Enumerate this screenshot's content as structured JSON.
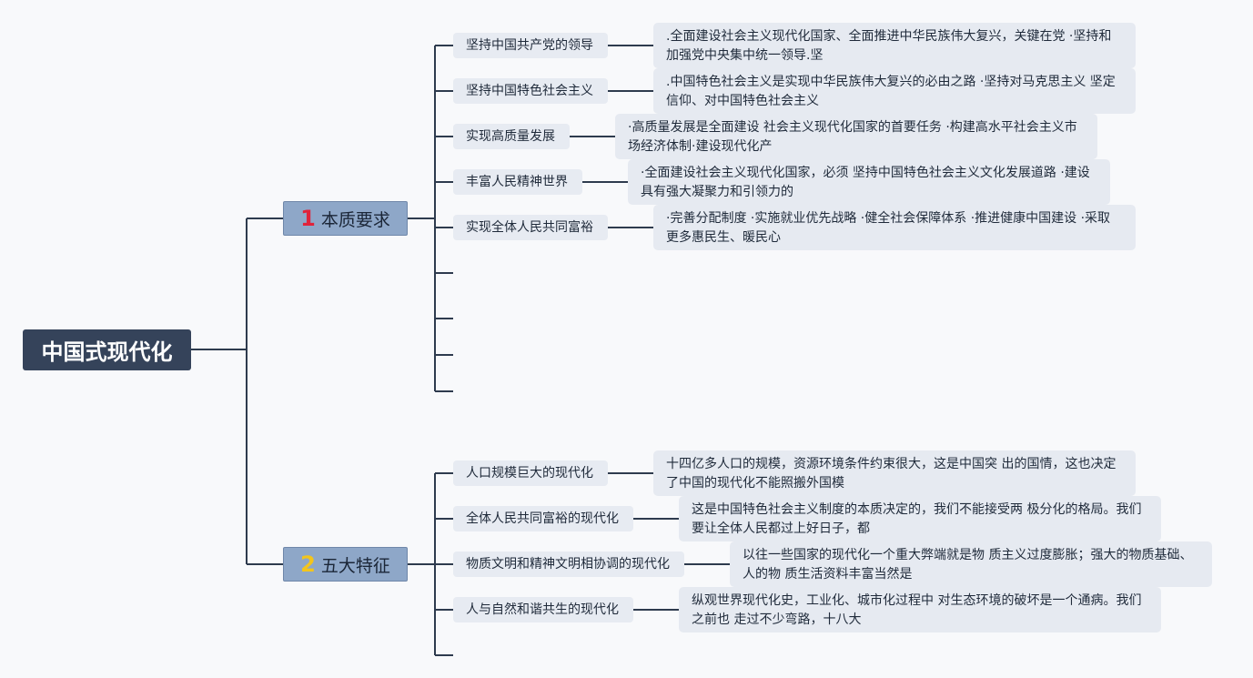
{
  "root": {
    "title": "中国式现代化"
  },
  "branches": [
    {
      "number": "1",
      "label": "本质要求",
      "number_color": "#e0233b"
    },
    {
      "number": "2",
      "label": "五大特征",
      "number_color": "#f3c51c"
    }
  ],
  "essence": [
    {
      "topic": "坚持中国共产党的领导",
      "detail": ".全面建设社会主义现代化国家、全面推进中华民族伟大复兴，关键在党 ·坚持和加强党中央集中统一领导.坚"
    },
    {
      "topic": "坚持中国特色社会主义",
      "detail": ".中国特色社会主义是实现中华民族伟大复兴的必由之路 ·坚持对马克思主义 坚定信仰、对中国特色社会主义"
    },
    {
      "topic": "实现高质量发展",
      "detail": "·高质量发展是全面建设 社会主义现代化国家的首要任务 ·构建高水平社会主义市场经济体制·建设现代化产"
    },
    {
      "topic": "丰富人民精神世界",
      "detail": "·全面建设社会主义现代化国家，必须 坚持中国特色社会主义文化发展道路 ·建设具有强大凝聚力和引领力的"
    },
    {
      "topic": "实现全体人民共同富裕",
      "detail": "·完善分配制度 ·实施就业优先战略 ·健全社会保障体系 ·推进健康中国建设 ·采取更多惠民生、暖民心"
    }
  ],
  "features": [
    {
      "topic": "人口规模巨大的现代化",
      "detail": "十四亿多人口的规模，资源环境条件约束很大，这是中国突 出的国情，这也决定了中国的现代化不能照搬外国模"
    },
    {
      "topic": "全体人民共同富裕的现代化",
      "detail": "这是中国特色社会主义制度的本质决定的，我们不能接受两 极分化的格局。我们要让全体人民都过上好日子，都"
    },
    {
      "topic": "物质文明和精神文明相协调的现代化",
      "detail": "以往一些国家的现代化一个重大弊端就是物 质主义过度膨胀；强大的物质基础、人的物 质生活资料丰富当然是"
    },
    {
      "topic": "人与自然和谐共生的现代化",
      "detail": "纵观世界现代化史，工业化、城市化过程中 对生态环境的破坏是一个通病。我们之前也 走过不少弯路，十八大"
    }
  ],
  "colors": {
    "root_bg": "#35435a",
    "branch_bg": "#8ea7c8",
    "node_bg": "#e7ebf2",
    "line": "#2e3b4e",
    "background": "#f8f9fb"
  }
}
